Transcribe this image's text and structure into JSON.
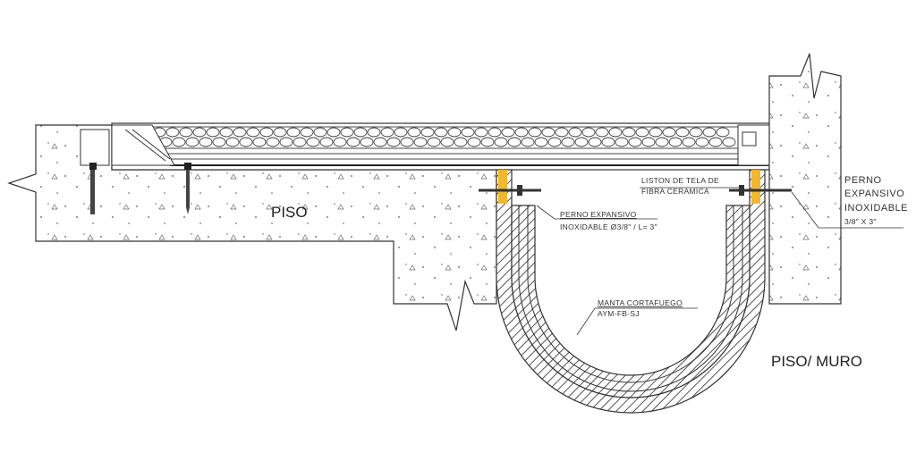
{
  "labels": {
    "piso": "PISO",
    "piso_muro": "PISO/ MURO",
    "liston_line1": "LISTON DE TELA DE",
    "liston_line2": "FIBRA CERAMICA",
    "perno_left_line1": "PERNO EXPANSIVO",
    "perno_left_line2": "INOXIDABLE Ø3/8\" / L= 3\"",
    "manta_line1": "MANTA CORTAFUEGO",
    "manta_line2": "AYM-FB-SJ",
    "perno_right_line1": "PERNO",
    "perno_right_line2": "EXPANSIVO",
    "perno_right_line3": "INOXIDABLE",
    "perno_right_line4": "3/8\" X 3\""
  },
  "colors": {
    "line": "#333333",
    "strip": "#f2b829",
    "hatch": "#555555"
  }
}
